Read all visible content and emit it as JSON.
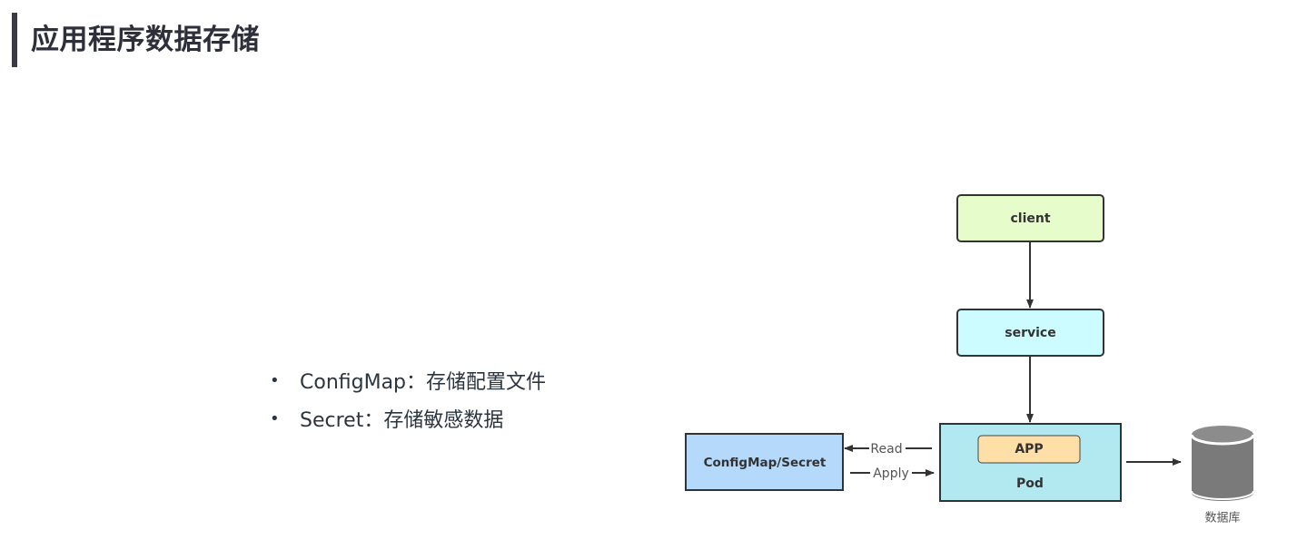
{
  "header": {
    "title": "应用程序数据存储"
  },
  "bullets": [
    {
      "text": "ConfigMap：存储配置文件"
    },
    {
      "text": "Secret：存储敏感数据"
    }
  ],
  "diagram": {
    "nodes": {
      "client": {
        "label": "client",
        "fill": "#e6fccb"
      },
      "service": {
        "label": "service",
        "fill": "#ccfcff"
      },
      "pod": {
        "label": "Pod",
        "fill": "#b2e8f0"
      },
      "app": {
        "label": "APP",
        "fill": "#ffdfa8"
      },
      "configmap": {
        "label": "ConfigMap/Secret",
        "fill": "#b5d9fb"
      },
      "database": {
        "label": "数据库",
        "icon": "database-icon",
        "fill": "#7a7a7a"
      }
    },
    "edges": {
      "read": {
        "label": "Read"
      },
      "apply": {
        "label": "Apply"
      }
    }
  }
}
